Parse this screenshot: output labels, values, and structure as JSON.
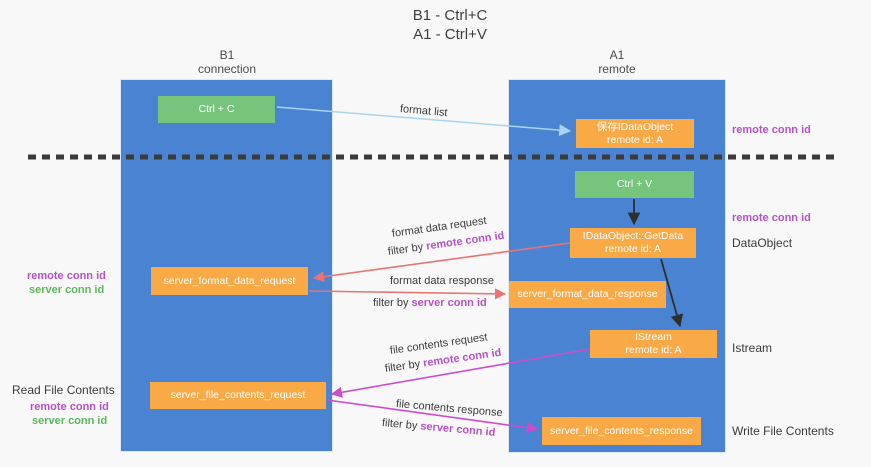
{
  "title": {
    "line1": "B1 - Ctrl+C",
    "line2": "A1 - Ctrl+V"
  },
  "lanes": {
    "left": {
      "title": "B1",
      "subtitle": "connection"
    },
    "right": {
      "title": "A1",
      "subtitle": "remote"
    }
  },
  "nodes": {
    "ctrl_c": {
      "label": "Ctrl + C"
    },
    "save_dataobject": {
      "line1": "保存IDataObject",
      "line2": "remote id: A"
    },
    "ctrl_v": {
      "label": "Ctrl + V"
    },
    "getdata": {
      "line1": "IDataObject::GetData",
      "line2": "remote id: A"
    },
    "format_request": {
      "label": "server_format_data_request"
    },
    "format_response": {
      "label": "server_format_data_response"
    },
    "istream": {
      "line1": "IStream",
      "line2": "remote id: A"
    },
    "file_request": {
      "label": "server_file_contents_request"
    },
    "file_response": {
      "label": "server_file_contents_response"
    }
  },
  "flow_labels": {
    "format_list": "format list",
    "format_data_request": "format data request",
    "format_data_response": "format data response",
    "file_contents_request": "file contents request",
    "file_contents_response": "file contents response",
    "filter_by": "filter by",
    "remote_conn_id": "remote conn id",
    "server_conn_id": "server conn id"
  },
  "annotations": {
    "right_remote_conn_top": "remote conn id",
    "right_remote_conn_mid": "remote conn id",
    "right_dataobject": "DataObject",
    "right_istream": "Istream",
    "right_write_file": "Write File Contents",
    "left_remote_conn_1": "remote conn id",
    "left_server_conn_1": "server conn id",
    "left_read_file": "Read File Contents",
    "left_remote_conn_2": "remote conn id",
    "left_server_conn_2": "server conn id"
  },
  "colors": {
    "lane_blue": "#4b83d3",
    "node_green": "#77c57d",
    "node_orange": "#f9a945",
    "arrow_light_blue": "#a9d3f2",
    "arrow_red": "#e87472",
    "arrow_magenta": "#cc4ccc",
    "arrow_black": "#2e2e2e",
    "divider_dark": "#3b3b3b",
    "label_purple": "#b452c5",
    "label_green": "#5cb85c"
  }
}
